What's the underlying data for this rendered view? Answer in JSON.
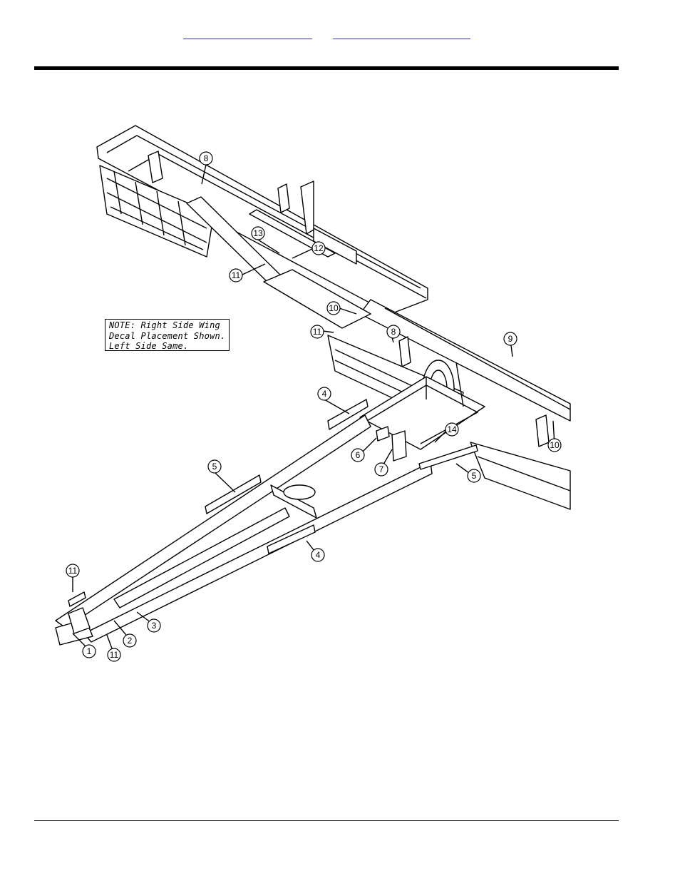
{
  "header": {
    "links": [
      "",
      ""
    ]
  },
  "note": {
    "lines": [
      "NOTE: Right Side Wing",
      "Decal Placement Shown.",
      "Left Side Same."
    ]
  },
  "callouts": [
    {
      "id": "callout-8-top",
      "label": "8"
    },
    {
      "id": "callout-13",
      "label": "13"
    },
    {
      "id": "callout-12",
      "label": "12"
    },
    {
      "id": "callout-11-upper",
      "label": "11"
    },
    {
      "id": "callout-10-upper",
      "label": "10"
    },
    {
      "id": "callout-11-mid",
      "label": "11"
    },
    {
      "id": "callout-8-mid",
      "label": "8"
    },
    {
      "id": "callout-9",
      "label": "9"
    },
    {
      "id": "callout-4-upper",
      "label": "4"
    },
    {
      "id": "callout-14",
      "label": "14"
    },
    {
      "id": "callout-10-right",
      "label": "10"
    },
    {
      "id": "callout-5-left",
      "label": "5"
    },
    {
      "id": "callout-6",
      "label": "6"
    },
    {
      "id": "callout-7",
      "label": "7"
    },
    {
      "id": "callout-5-right",
      "label": "5"
    },
    {
      "id": "callout-4-lower",
      "label": "4"
    },
    {
      "id": "callout-11-left",
      "label": "11"
    },
    {
      "id": "callout-3",
      "label": "3"
    },
    {
      "id": "callout-2",
      "label": "2"
    },
    {
      "id": "callout-1",
      "label": "1"
    },
    {
      "id": "callout-11-bottom",
      "label": "11"
    }
  ]
}
